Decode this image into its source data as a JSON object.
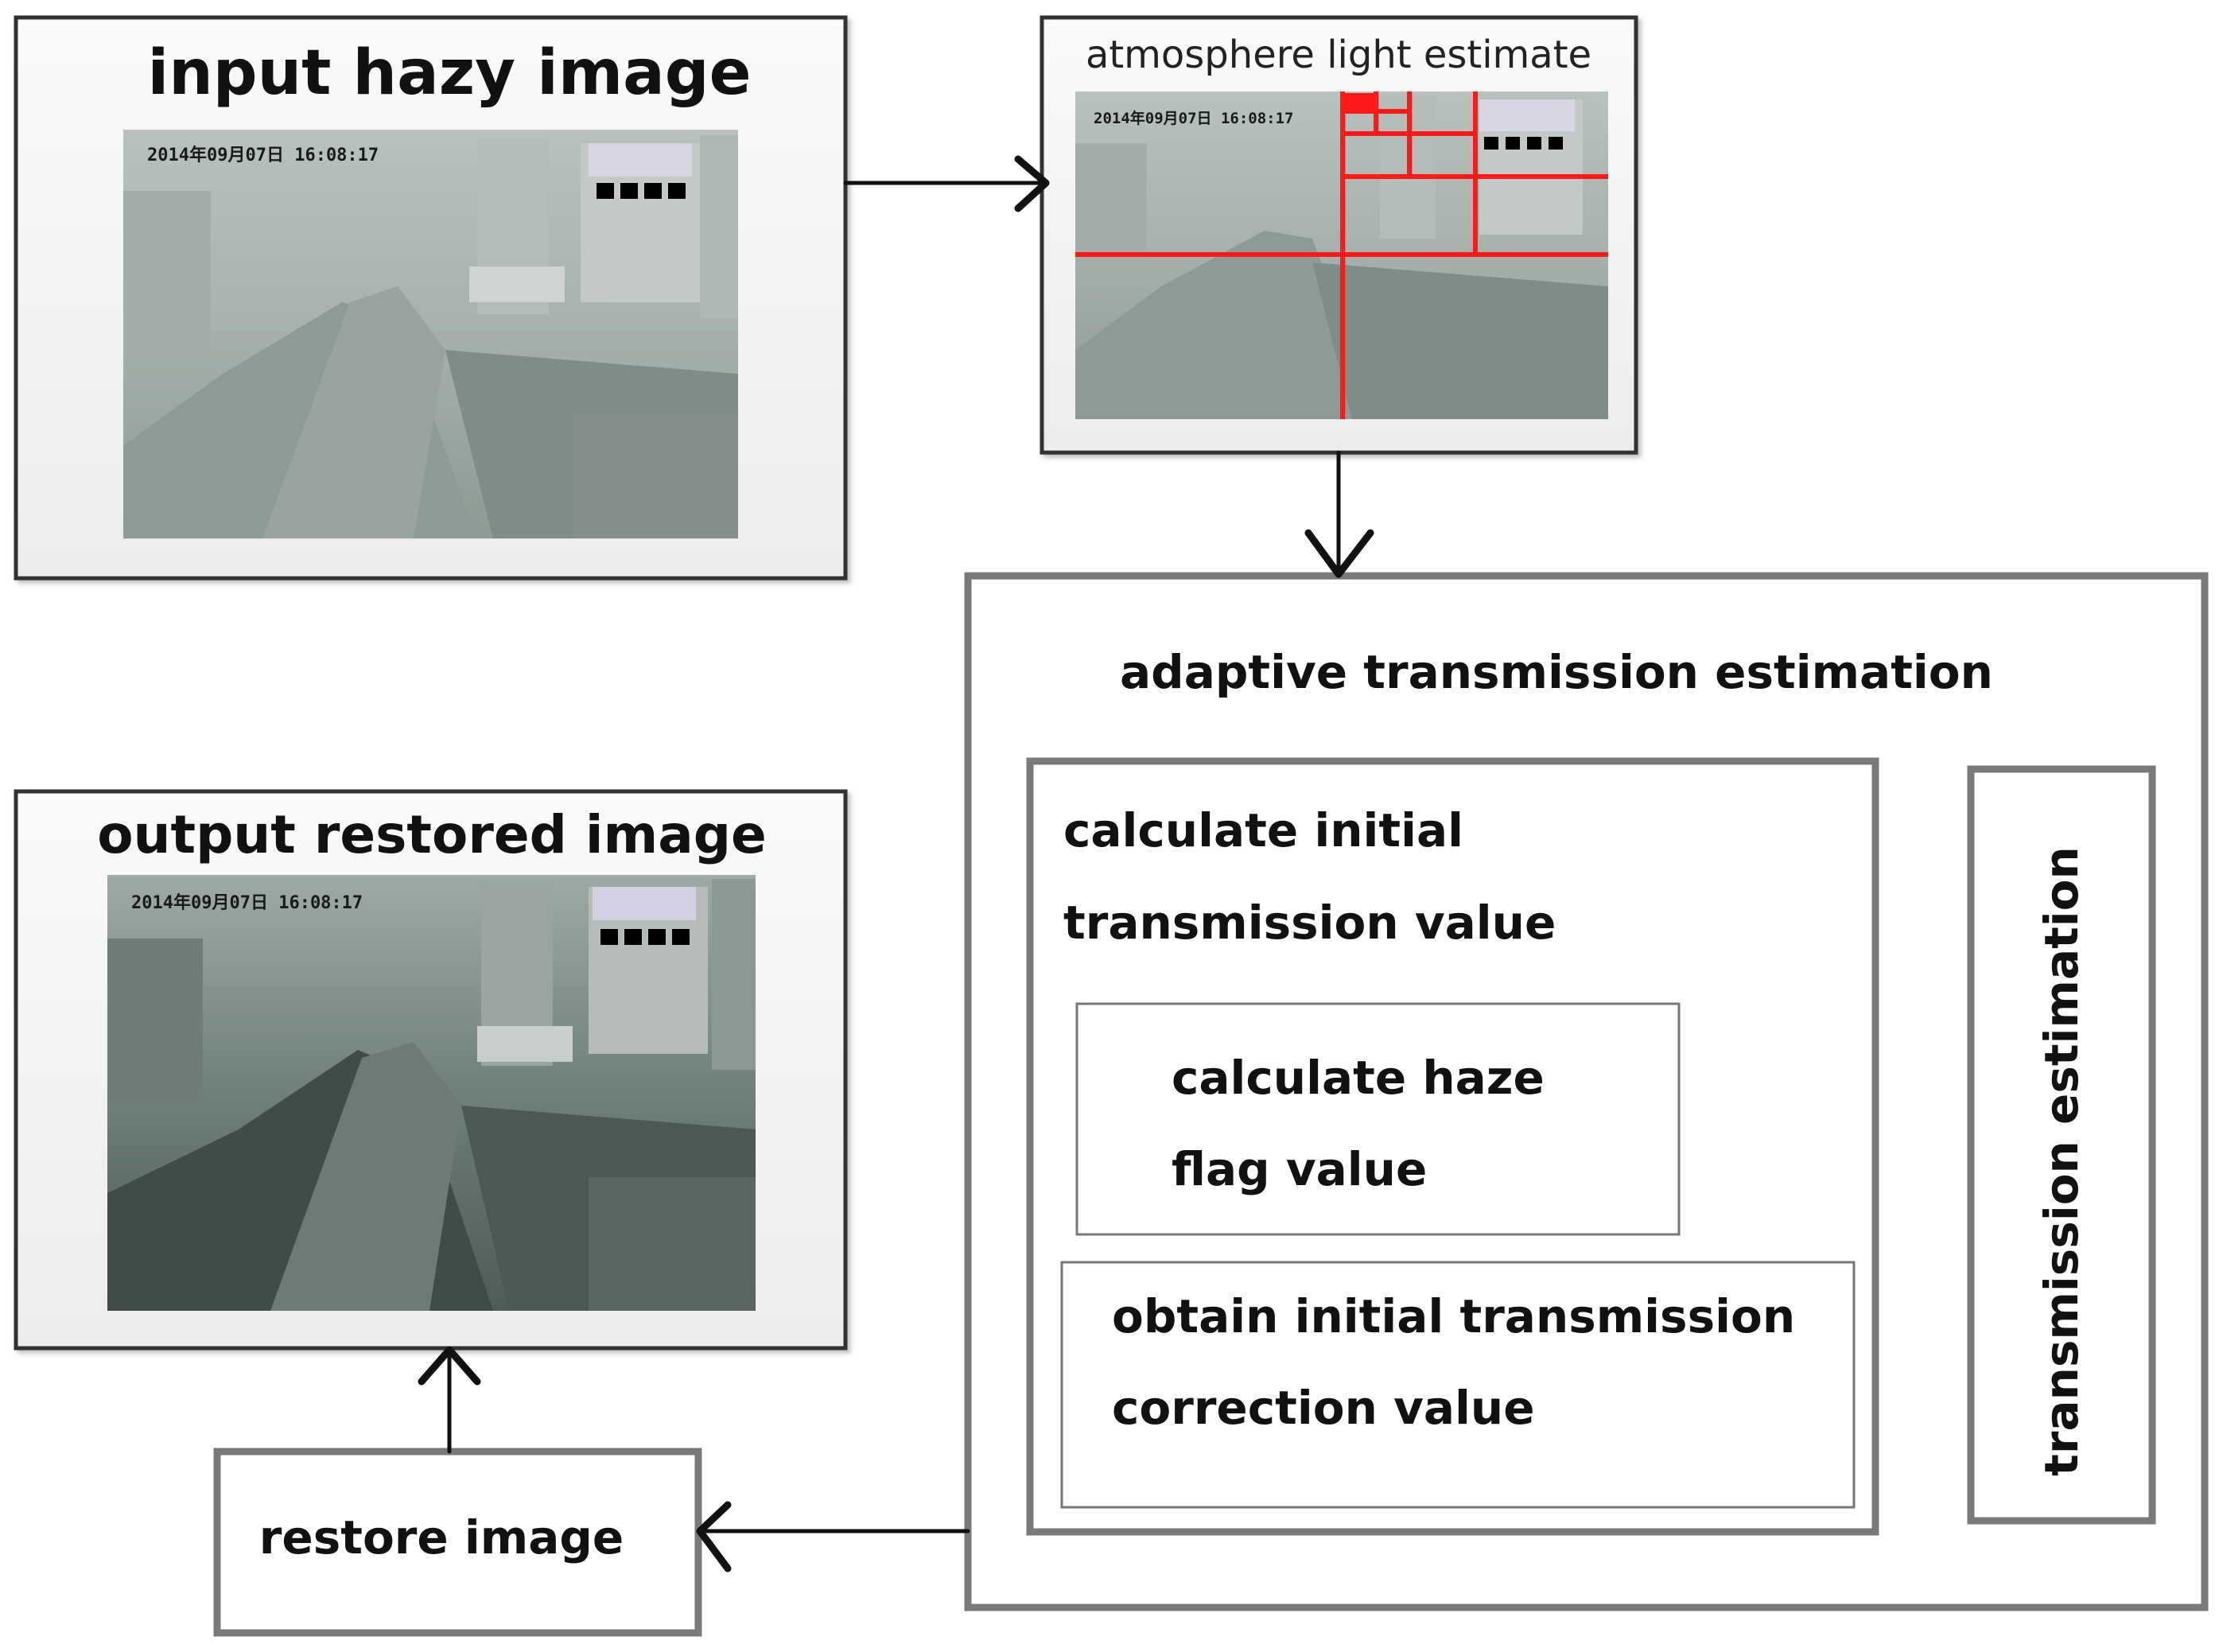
{
  "input_panel": {
    "title": "input hazy image",
    "overlay_text": "2014年09月07日  16:08:17"
  },
  "atmosphere_panel": {
    "title": "atmosphere light estimate",
    "overlay_text": "2014年09月07日  16:08:17"
  },
  "output_panel": {
    "title": "output restored image",
    "overlay_text": "2014年09月07日  16:08:17"
  },
  "adaptive_box": {
    "title": "adaptive transmission estimation",
    "initial": {
      "line1": "calculate initial",
      "line2": "transmission value"
    },
    "haze_flag": {
      "line1": "calculate haze",
      "line2": "flag value"
    },
    "correction": {
      "line1": "obtain initial transmission",
      "line2": "correction value"
    },
    "vertical_label": "transmission estimation"
  },
  "restore_box": {
    "label": "restore image"
  },
  "colors": {
    "frame": "#333333",
    "gray_frame": "#7a7a7a",
    "grid": "#ff1a1a",
    "arrow": "#111111"
  }
}
